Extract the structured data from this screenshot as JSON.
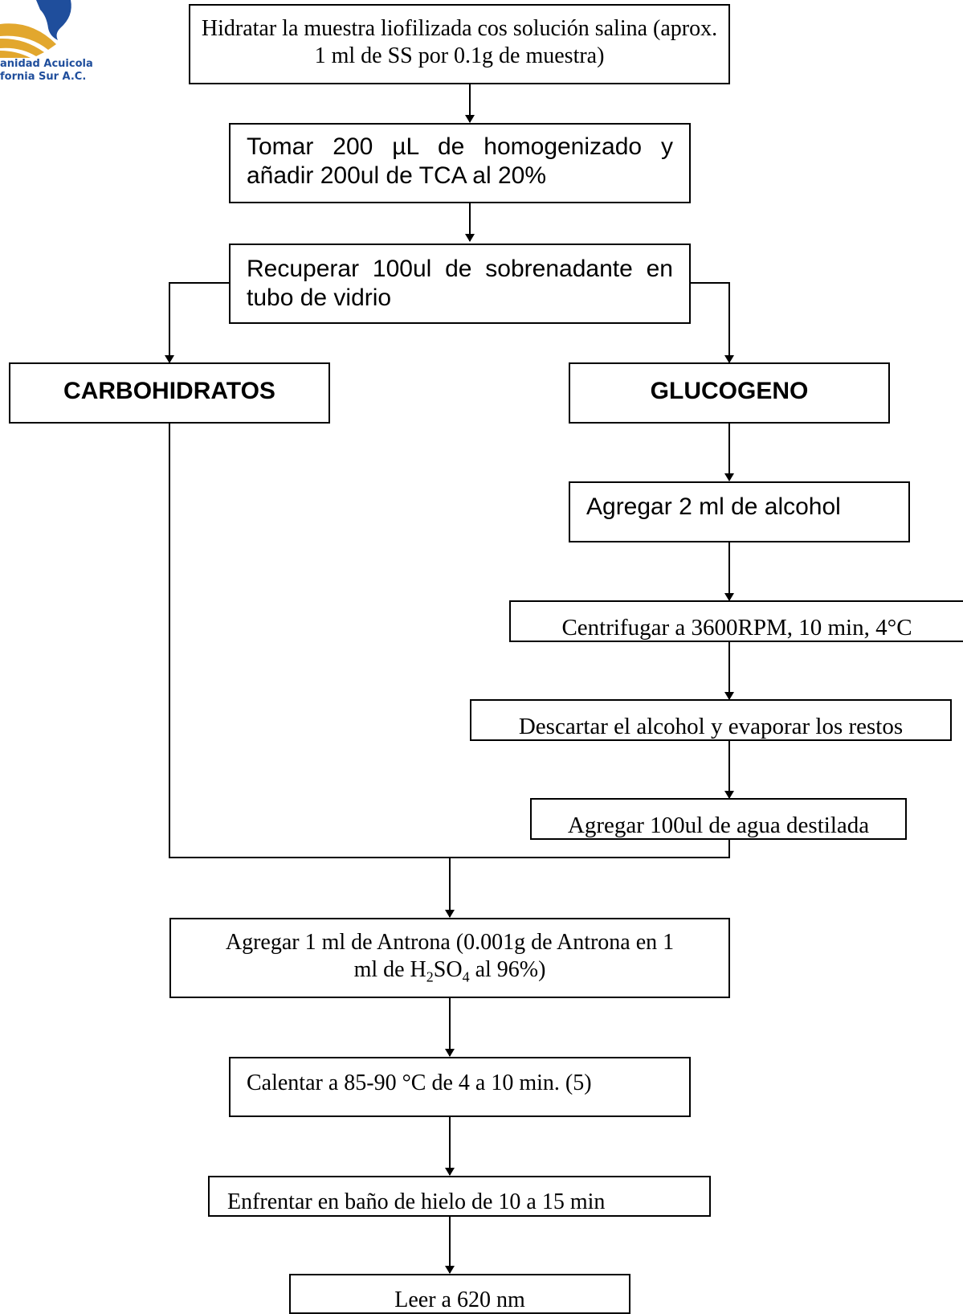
{
  "logo": {
    "line1": "anidad Acuicola",
    "line2": "fornia Sur A.C.",
    "colors": {
      "blue": "#1f4e9c",
      "gold": "#e2a72e"
    }
  },
  "steps": {
    "hidratar": "Hidratar la muestra liofilizada cos solución salina (aprox. 1 ml de SS por 0.1g de muestra)",
    "tomar": "Tomar 200 µL de homogenizado y añadir 200ul de TCA al 20%",
    "recuperar": "Recuperar 100ul de sobrenadante en tubo de vidrio",
    "carbohidratos": "CARBOHIDRATOS",
    "glucogeno": "GLUCOGENO",
    "alcohol": "Agregar 2 ml de alcohol",
    "centrifugar": "Centrifugar a 3600RPM, 10 min, 4°C",
    "descartar": "Descartar el alcohol y evaporar los restos",
    "agua": "Agregar 100ul de agua destilada",
    "antrona_1": "Agregar 1 ml de Antrona (0.001g de Antrona en 1",
    "antrona_2a": "ml de H",
    "antrona_sub1": "2",
    "antrona_2b": "SO",
    "antrona_sub2": "4",
    "antrona_2c": " al 96%)",
    "calentar": "Calentar a 85-90 °C de 4 a 10 min. (5)",
    "enfrentar": "Enfrentar en baño de hielo de 10 a 15  min",
    "leer": "Leer a 620 nm"
  }
}
